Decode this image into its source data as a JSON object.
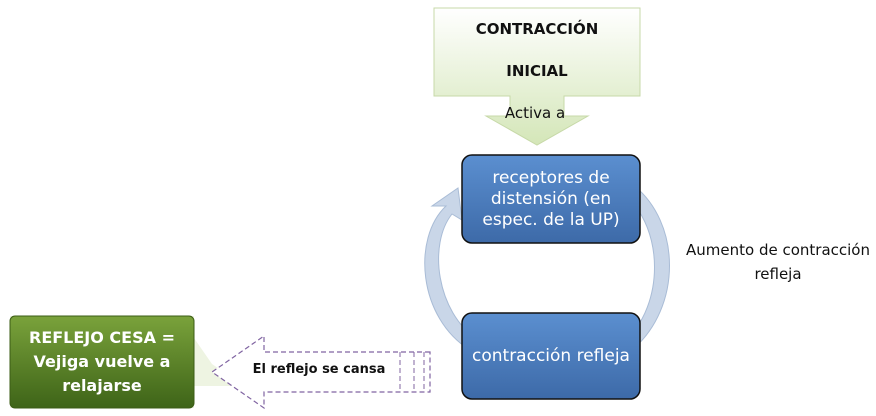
{
  "nodes": {
    "initial_contraction": "CONTRACCIÓN\nINICIAL",
    "receptors": "receptores de distensión (en espec. de la UP)",
    "reflex_contraction": "contracción refleja",
    "reflex_stops": "REFLEJO CESA =\nVejiga vuelve a\nrelajarse"
  },
  "labels": {
    "activates": "Activa a",
    "increase": "Aumento  de contracción\nrefleja",
    "reflex_tires": "El reflejo se cansa"
  },
  "colors": {
    "initial_fill": "#dbe8c6",
    "blue_box": "#4f81bd",
    "cycle_arrow": "#c9d6e8",
    "green_box": "#5f8a2a",
    "dashed_arrow": "#8064a2"
  }
}
